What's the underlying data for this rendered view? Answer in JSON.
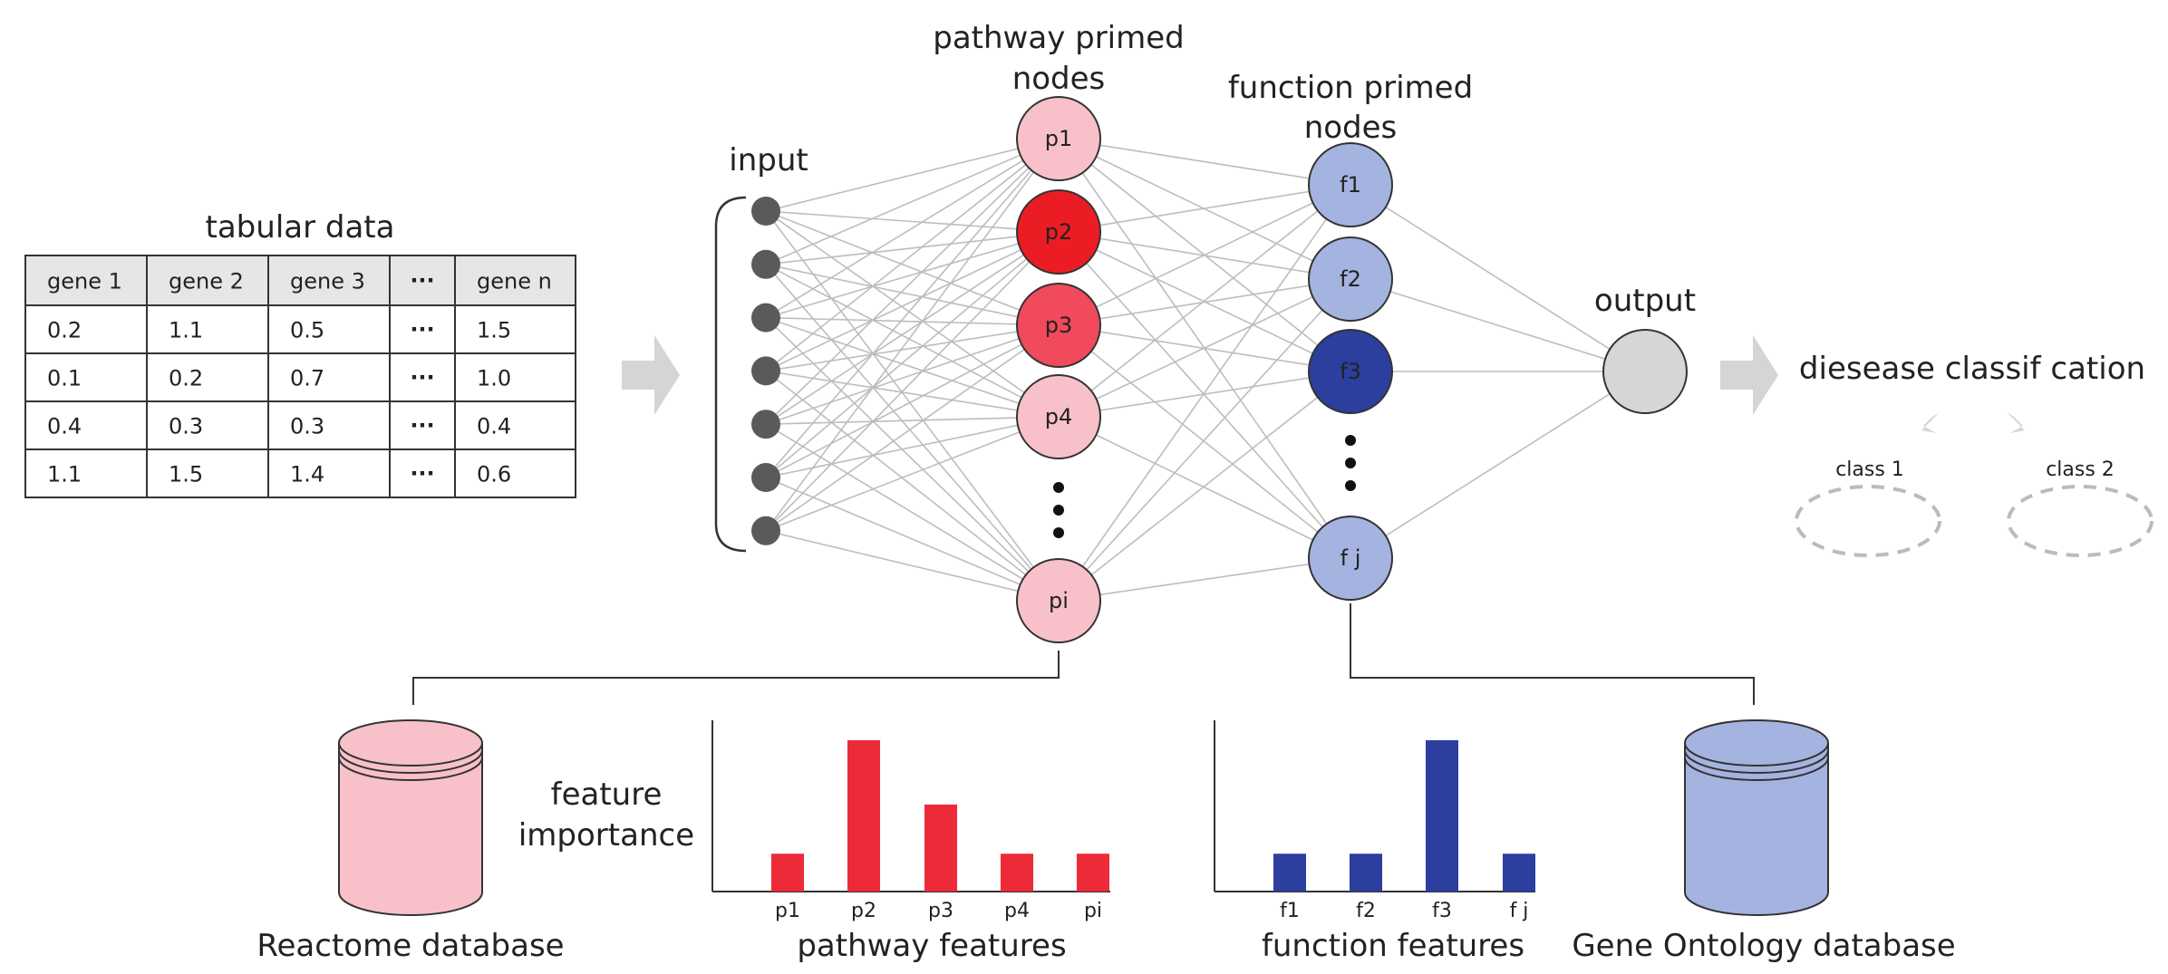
{
  "table": {
    "title": "tabular data",
    "headers": [
      "gene 1",
      "gene 2",
      "gene 3",
      "...",
      "gene n"
    ],
    "rows": [
      [
        "0.2",
        "1.1",
        "0.5",
        "...",
        "1.5"
      ],
      [
        "0.1",
        "0.2",
        "0.7",
        "...",
        "1.0"
      ],
      [
        "0.4",
        "0.3",
        "0.3",
        "...",
        "0.4"
      ],
      [
        "1.1",
        "1.5",
        "1.4",
        "...",
        "0.6"
      ]
    ]
  },
  "network": {
    "input_label": "input",
    "pathway_label_line1": "pathway primed",
    "pathway_label_line2": "nodes",
    "function_label_line1": "function primed",
    "function_label_line2": "nodes",
    "output_label": "output",
    "pathway_nodes": [
      {
        "label": "p1",
        "color": "#f8c1c9"
      },
      {
        "label": "p2",
        "color": "#ec1c24"
      },
      {
        "label": "p3",
        "color": "#f04a5c"
      },
      {
        "label": "p4",
        "color": "#f8c1c9"
      },
      {
        "label": "pi",
        "color": "#f8c1c9"
      }
    ],
    "function_nodes": [
      {
        "label": "f1",
        "color": "#a5b3e0"
      },
      {
        "label": "f2",
        "color": "#a5b3e0"
      },
      {
        "label": "f3",
        "color": "#2c3f9e"
      },
      {
        "label": "f j",
        "color": "#a5b3e0"
      }
    ],
    "input_node_count": 7,
    "output_color": "#d6d6d6"
  },
  "classification": {
    "title": "diesease classif cation",
    "class1": "class 1",
    "class2": "class 2"
  },
  "databases": {
    "reactome": {
      "label": "Reactome database",
      "color": "#f8c1c9"
    },
    "go": {
      "label": "Gene Ontology database",
      "color": "#a5b3e0"
    }
  },
  "feature_importance_label_line1": "feature",
  "feature_importance_label_line2": "importance",
  "chart_data": [
    {
      "type": "bar",
      "xlabel": "pathway features",
      "categories": [
        "p1",
        "p2",
        "p3",
        "p4",
        "pi"
      ],
      "values": [
        1,
        4,
        2.3,
        1,
        1
      ],
      "color": "#ec2a38"
    },
    {
      "type": "bar",
      "xlabel": "function features",
      "categories": [
        "f1",
        "f2",
        "f3",
        "f j"
      ],
      "values": [
        1,
        1,
        4,
        1
      ],
      "color": "#2c3f9e"
    }
  ]
}
